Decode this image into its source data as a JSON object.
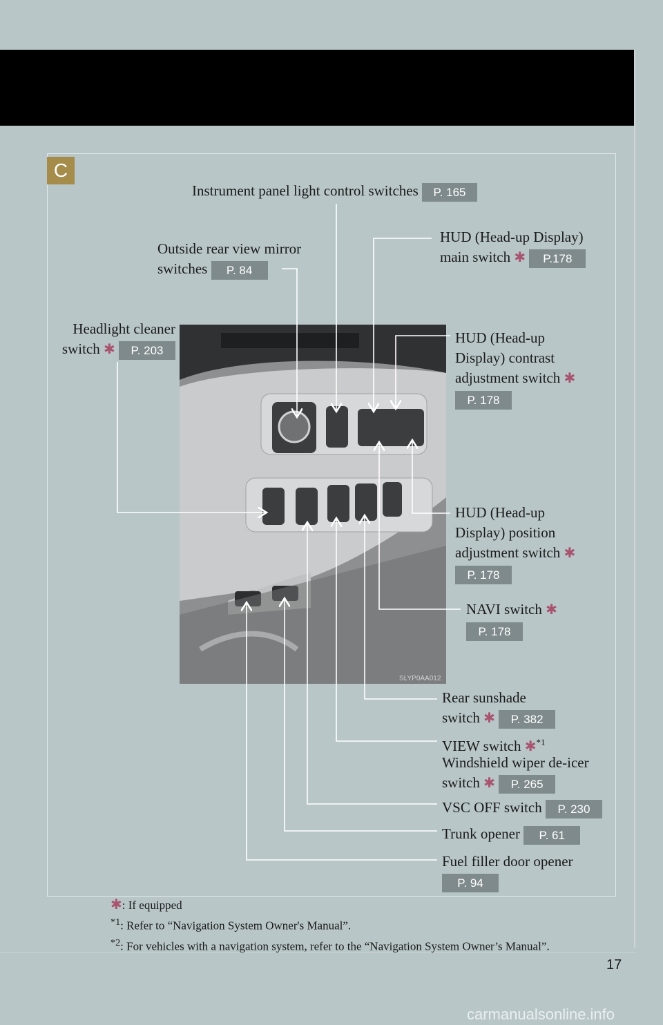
{
  "section_badge": "C",
  "labels": {
    "instrument_panel": {
      "text": "Instrument panel light control switches",
      "ref": "P. 165"
    },
    "outside_mirror": {
      "line1": "Outside rear view mirror",
      "line2": "switches",
      "ref": "P. 84"
    },
    "hud_main": {
      "line1": "HUD (Head-up Display)",
      "line2": "main switch",
      "ref": "P.178"
    },
    "headlight_cleaner": {
      "line1": "Headlight cleaner",
      "line2": "switch",
      "ref": "P. 203"
    },
    "hud_contrast": {
      "line1": "HUD (Head-up",
      "line2": "Display) contrast",
      "line3": "adjustment switch",
      "ref": "P. 178"
    },
    "hud_position": {
      "line1": "HUD (Head-up",
      "line2": "Display) position",
      "line3": "adjustment switch",
      "ref": "P. 178"
    },
    "navi": {
      "text": "NAVI switch",
      "ref": "P. 178"
    },
    "rear_sunshade": {
      "line1": "Rear sunshade",
      "line2": "switch",
      "ref": "P. 382"
    },
    "view": {
      "text": "VIEW switch",
      "note": "*1"
    },
    "wiper_deicer": {
      "line1": "Windshield wiper de-icer",
      "line2": "switch",
      "ref": "P. 265"
    },
    "vsc_off": {
      "text": "VSC OFF switch",
      "ref": "P. 230"
    },
    "trunk": {
      "text": "Trunk opener",
      "ref": "P. 61"
    },
    "fuel": {
      "text": "Fuel filler door opener",
      "ref": "P. 94"
    }
  },
  "photo_code": "SLYP0AA012",
  "icons": {
    "equipped_marker": "asterisk-icon"
  },
  "footnotes": {
    "equipped": ": If equipped",
    "note1_mark": "*1",
    "note1": ": Refer to “Navigation System Owner's Manual”.",
    "note2_mark": "*2",
    "note2": ": For vehicles with a navigation system, refer to the “Navigation System Owner’s Manual”."
  },
  "page_number": "17",
  "watermark": "carmanualsonline.info",
  "colors": {
    "background": "#b8c6c8",
    "header": "#000000",
    "badge": "#a58c4a",
    "ref_box": "#7f8a8c",
    "asterisk": "#a8546e",
    "callout": "#ffffff"
  }
}
